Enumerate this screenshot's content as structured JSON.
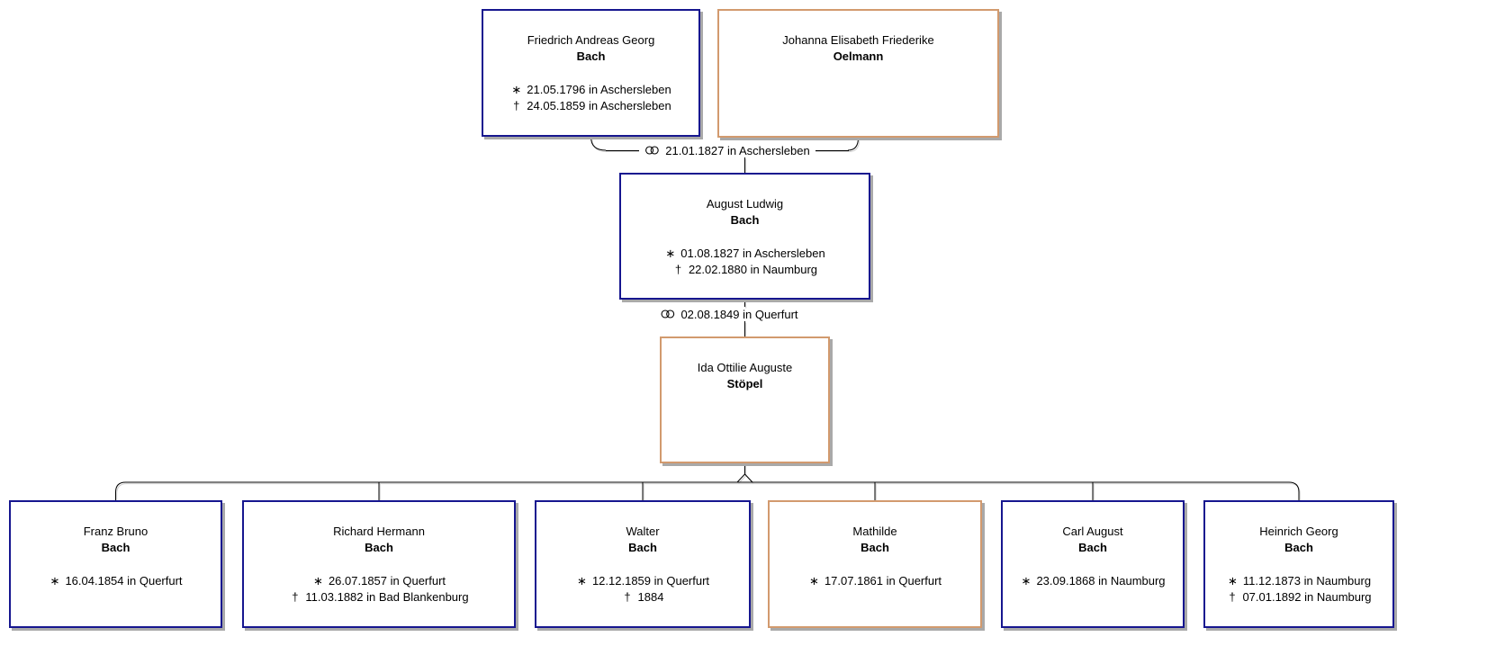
{
  "symbols": {
    "birth": "∗",
    "death": "†"
  },
  "colors": {
    "male_border": "#16168f",
    "female_border": "#d29a6e",
    "box_shadow": "#a9a9a9",
    "connector_line": "#000000",
    "connector_highlight": "#cfcfcf"
  },
  "marriages": [
    {
      "label": "21.01.1827 in Aschersleben"
    },
    {
      "label": "02.08.1849 in Querfurt"
    }
  ],
  "persons": [
    {
      "given": "Friedrich Andreas Georg",
      "surname": "Bach",
      "birth": "21.05.1796 in Aschersleben",
      "death": "24.05.1859 in Aschersleben"
    },
    {
      "given": "Johanna Elisabeth Friederike",
      "surname": "Oelmann"
    },
    {
      "given": "August Ludwig",
      "surname": "Bach",
      "birth": "01.08.1827 in Aschersleben",
      "death": "22.02.1880 in Naumburg"
    },
    {
      "given": "Ida Ottilie Auguste",
      "surname": "Stöpel"
    },
    {
      "given": "Franz Bruno",
      "surname": "Bach",
      "birth": "16.04.1854 in Querfurt"
    },
    {
      "given": "Richard Hermann",
      "surname": "Bach",
      "birth": "26.07.1857 in Querfurt",
      "death": "11.03.1882 in Bad Blankenburg"
    },
    {
      "given": "Walter",
      "surname": "Bach",
      "birth": "12.12.1859 in Querfurt",
      "death": "1884"
    },
    {
      "given": "Mathilde",
      "surname": "Bach",
      "birth": "17.07.1861 in Querfurt"
    },
    {
      "given": "Carl August",
      "surname": "Bach",
      "birth": "23.09.1868 in Naumburg"
    },
    {
      "given": "Heinrich Georg",
      "surname": "Bach",
      "birth": "11.12.1873 in Naumburg",
      "death": "07.01.1892 in Naumburg"
    }
  ]
}
